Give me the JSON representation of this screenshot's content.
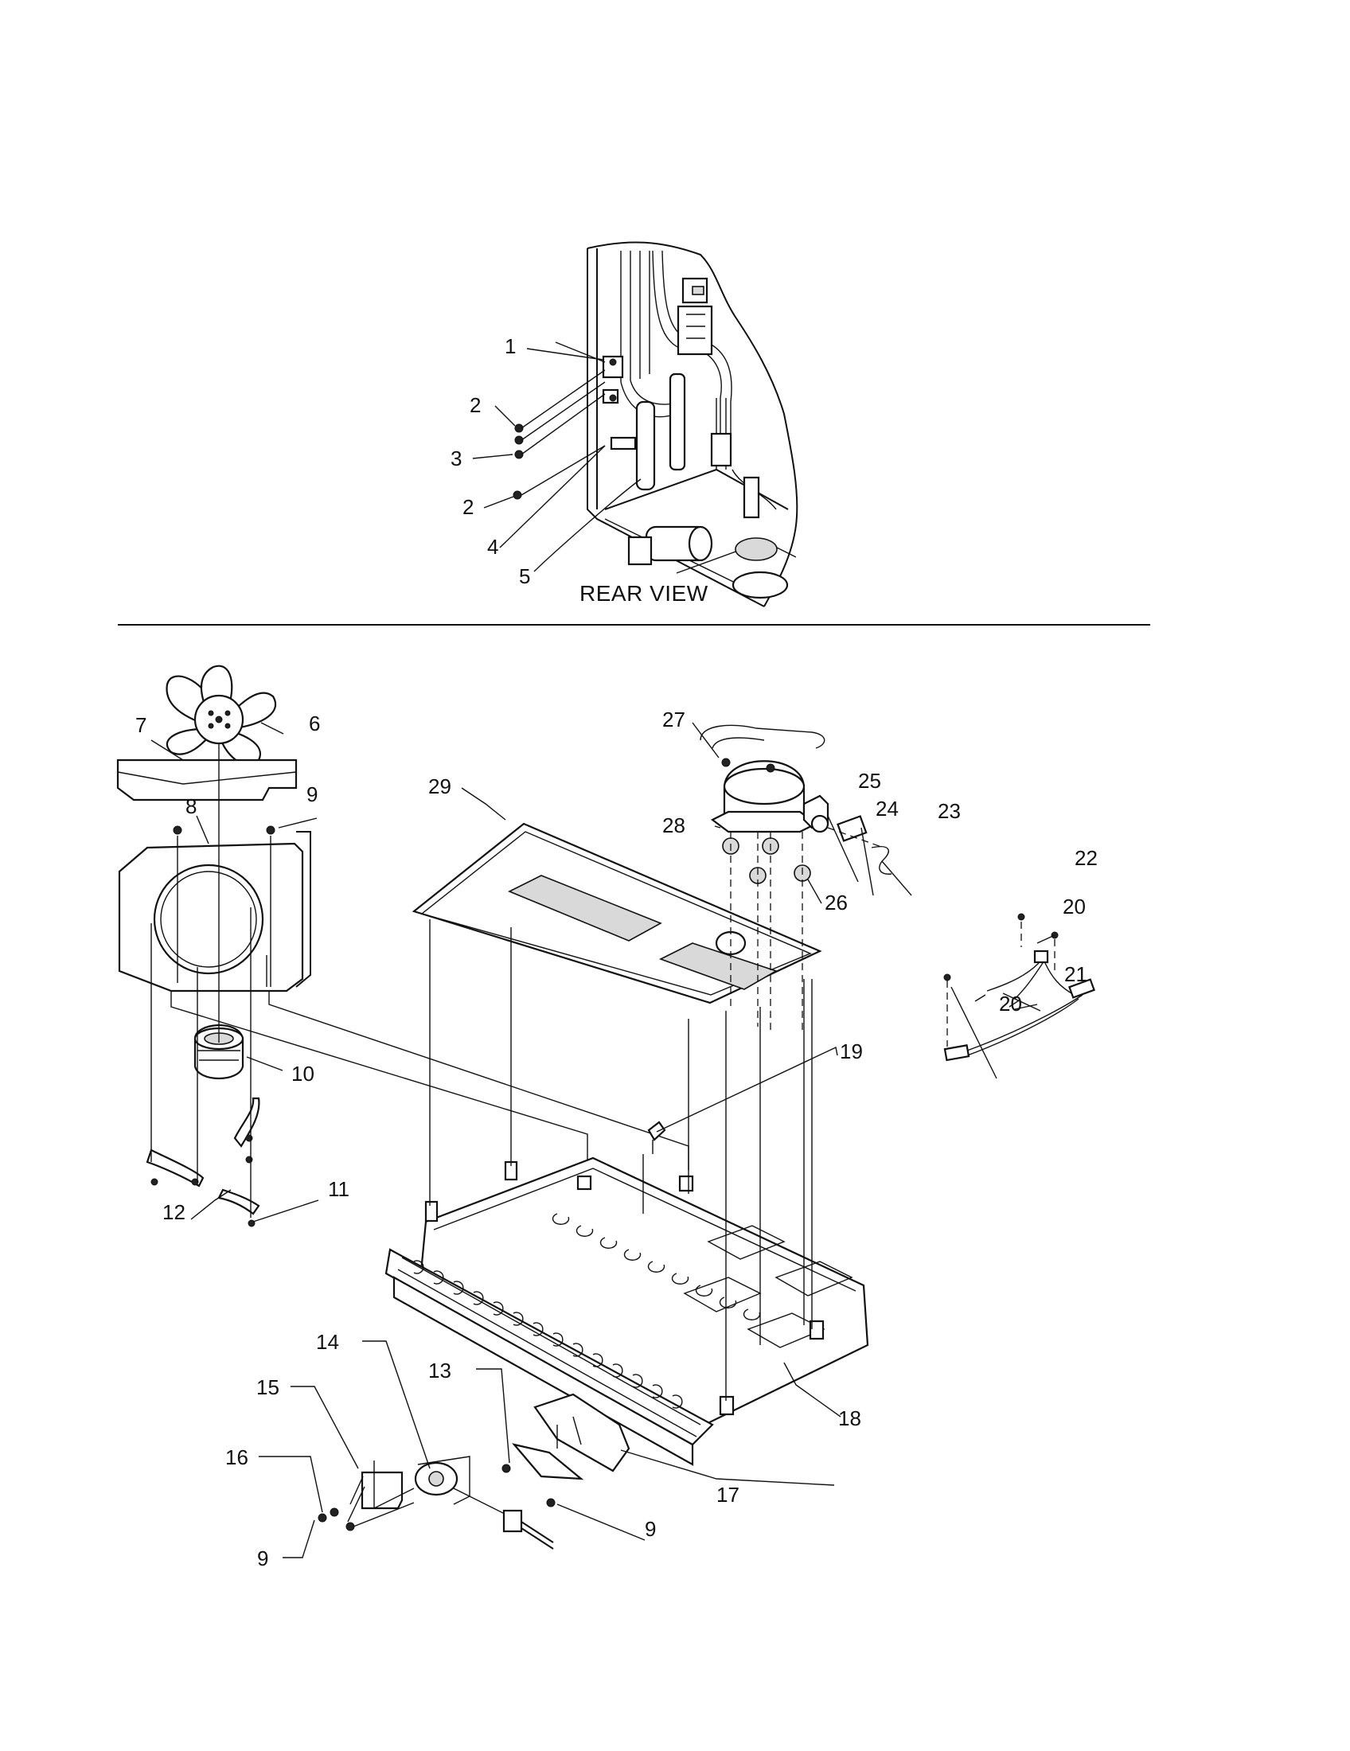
{
  "rear_view": {
    "caption": "REAR VIEW"
  },
  "callouts": [
    "1",
    "2",
    "3",
    "2",
    "4",
    "5",
    "6",
    "7",
    "8",
    "9",
    "10",
    "11",
    "12",
    "13",
    "14",
    "15",
    "16",
    "9",
    "9",
    "17",
    "18",
    "19",
    "20",
    "20",
    "21",
    "22",
    "23",
    "24",
    "25",
    "26",
    "27",
    "28",
    "29"
  ]
}
